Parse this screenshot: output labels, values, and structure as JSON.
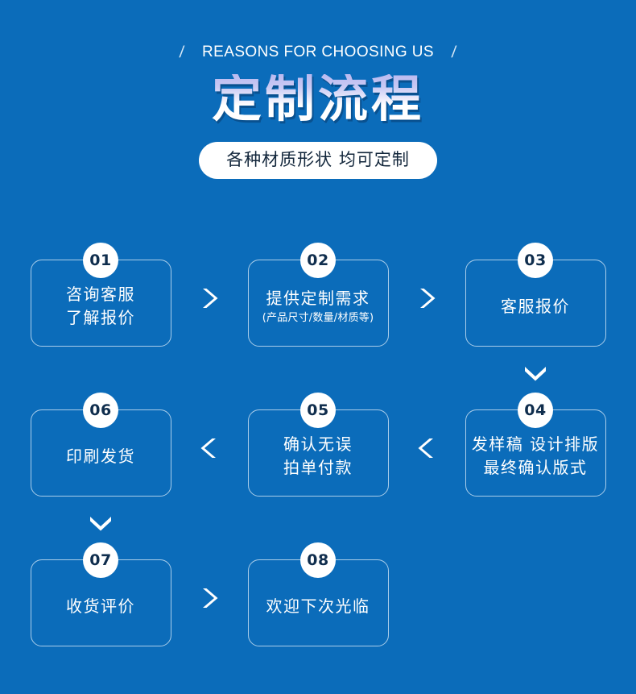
{
  "header": {
    "eyebrow_left_slash": "/",
    "eyebrow": "REASONS FOR CHOOSING US",
    "eyebrow_right_slash": "/",
    "title": "定制流程",
    "pill": "各种材质形状 均可定制"
  },
  "colors": {
    "background": "#0b6cba",
    "box_border": "#a9cdea",
    "badge_bg": "#ffffff",
    "badge_text": "#0f2d4d",
    "text": "#ffffff",
    "title_gradient_top": "#b9b9f0",
    "title_gradient_bottom": "#ffffff",
    "pill_bg": "#ffffff",
    "pill_text": "#12263b"
  },
  "steps": [
    {
      "number": "01",
      "lines": [
        "咨询客服",
        "了解报价"
      ],
      "sub": ""
    },
    {
      "number": "02",
      "lines": [
        "提供定制需求"
      ],
      "sub": "(产品尺寸/数量/材质等)"
    },
    {
      "number": "03",
      "lines": [
        "客服报价"
      ],
      "sub": ""
    },
    {
      "number": "04",
      "lines": [
        "发样稿 设计排版",
        "最终确认版式"
      ],
      "sub": ""
    },
    {
      "number": "05",
      "lines": [
        "确认无误",
        "拍单付款"
      ],
      "sub": ""
    },
    {
      "number": "06",
      "lines": [
        "印刷发货"
      ],
      "sub": ""
    },
    {
      "number": "07",
      "lines": [
        "收货评价"
      ],
      "sub": ""
    },
    {
      "number": "08",
      "lines": [
        "欢迎下次光临"
      ],
      "sub": ""
    }
  ],
  "arrows": {
    "right": "chevron-right",
    "left": "chevron-left",
    "down": "chevron-down"
  }
}
